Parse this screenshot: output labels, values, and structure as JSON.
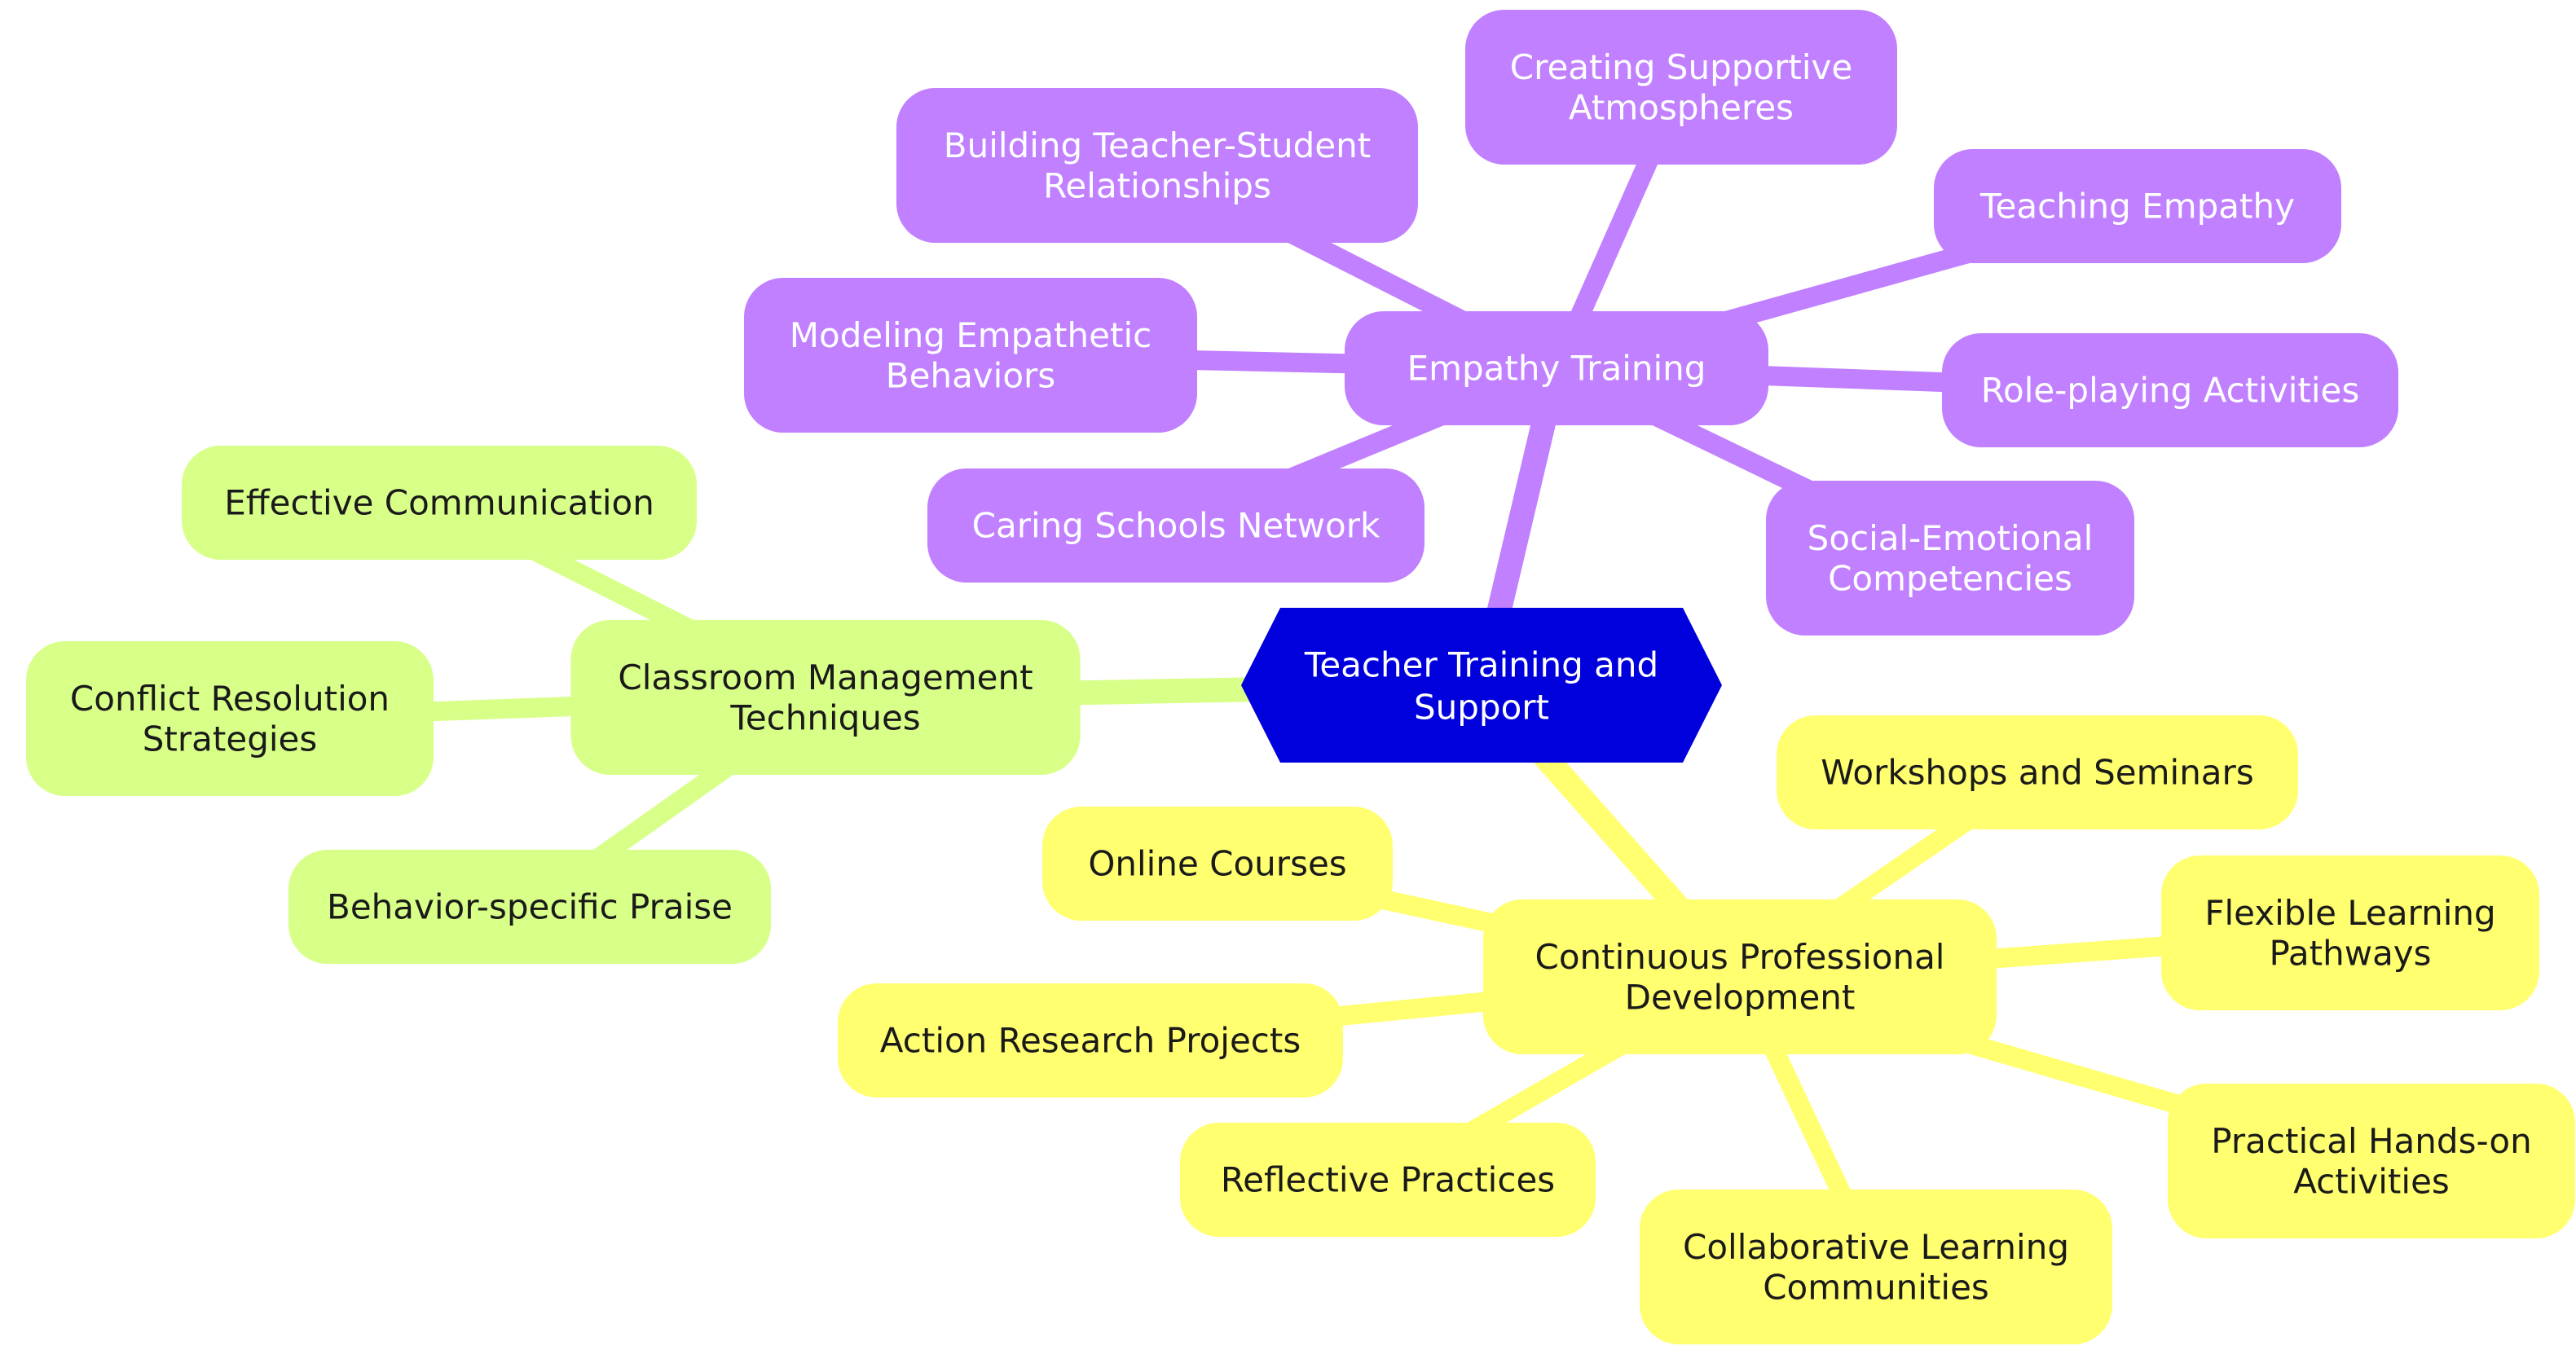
{
  "colors": {
    "root_fill": "#0000dd",
    "root_text": "#ffffff",
    "empathy_fill": "#c080ff",
    "empathy_text": "#ffffff",
    "classroom_fill": "#d8ff88",
    "classroom_text": "#1a1a1a",
    "development_fill": "#ffff70",
    "development_text": "#1a1a1a"
  },
  "mindmap": {
    "root": {
      "lines": [
        "Teacher Training and",
        "Support"
      ]
    },
    "branches": [
      {
        "id": "empathy",
        "lines": [
          "Empathy Training"
        ],
        "children": [
          {
            "id": "building-relationships",
            "lines": [
              "Building Teacher-Student",
              "Relationships"
            ]
          },
          {
            "id": "supportive-atmospheres",
            "lines": [
              "Creating Supportive",
              "Atmospheres"
            ]
          },
          {
            "id": "teaching-empathy",
            "lines": [
              "Teaching Empathy"
            ]
          },
          {
            "id": "modeling-behaviors",
            "lines": [
              "Modeling Empathetic",
              "Behaviors"
            ]
          },
          {
            "id": "role-playing",
            "lines": [
              "Role-playing Activities"
            ]
          },
          {
            "id": "caring-schools",
            "lines": [
              "Caring Schools Network"
            ]
          },
          {
            "id": "social-emotional",
            "lines": [
              "Social-Emotional",
              "Competencies"
            ]
          }
        ]
      },
      {
        "id": "classroom",
        "lines": [
          "Classroom Management",
          "Techniques"
        ],
        "children": [
          {
            "id": "effective-communication",
            "lines": [
              "Effective Communication"
            ]
          },
          {
            "id": "conflict-resolution",
            "lines": [
              "Conflict Resolution",
              "Strategies"
            ]
          },
          {
            "id": "behavior-praise",
            "lines": [
              "Behavior-specific Praise"
            ]
          }
        ]
      },
      {
        "id": "development",
        "lines": [
          "Continuous Professional",
          "Development"
        ],
        "children": [
          {
            "id": "workshops",
            "lines": [
              "Workshops and Seminars"
            ]
          },
          {
            "id": "online-courses",
            "lines": [
              "Online Courses"
            ]
          },
          {
            "id": "flexible-pathways",
            "lines": [
              "Flexible Learning",
              "Pathways"
            ]
          },
          {
            "id": "action-research",
            "lines": [
              "Action Research Projects"
            ]
          },
          {
            "id": "hands-on",
            "lines": [
              "Practical Hands-on",
              "Activities"
            ]
          },
          {
            "id": "reflective-practices",
            "lines": [
              "Reflective Practices"
            ]
          },
          {
            "id": "collaborative-communities",
            "lines": [
              "Collaborative Learning",
              "Communities"
            ]
          }
        ]
      }
    ]
  }
}
